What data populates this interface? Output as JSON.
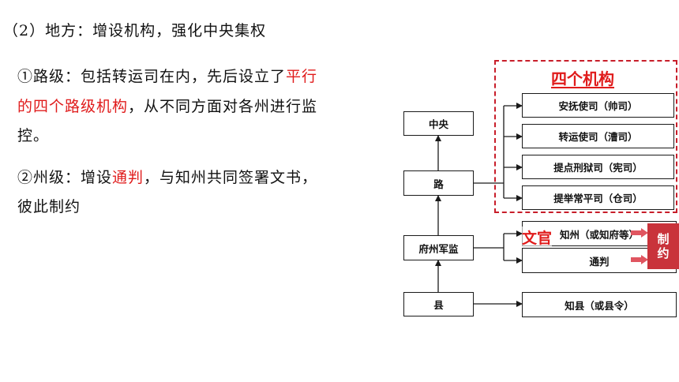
{
  "heading": "（2）地方：增设机构，强化中央集权",
  "point1": {
    "line1_a": "①路级：包括转运司在内，先后设立了",
    "line1_b": "平行",
    "line2_a": "的四个路级机构",
    "line2_b": "，从不同方面对各州进行监",
    "line3": "控。"
  },
  "point2": {
    "line1_a": "②州级：增设",
    "line1_b": "通判",
    "line1_c": "，与知州共同签署文书，",
    "line2": "彼此制约"
  },
  "diagram": {
    "central": "中央",
    "circuit": "路",
    "prefecture": "府州军监",
    "county": "县",
    "four_orgs_title": "四个机构",
    "circuit_orgs": [
      "安抚使司（帅司）",
      "转运使司（漕司）",
      "提点刑狱司（宪司）",
      "提举常平司（仓司）"
    ],
    "zhizhou": "知州（或知府等）",
    "tongpan": "通判",
    "zhixian": "知县（或县令）",
    "civil_officials": "文官",
    "checks": "制约"
  },
  "colors": {
    "accent_red": "#e01b1b",
    "dash_red": "#c81e2a",
    "badge_red": "#c9333b"
  }
}
